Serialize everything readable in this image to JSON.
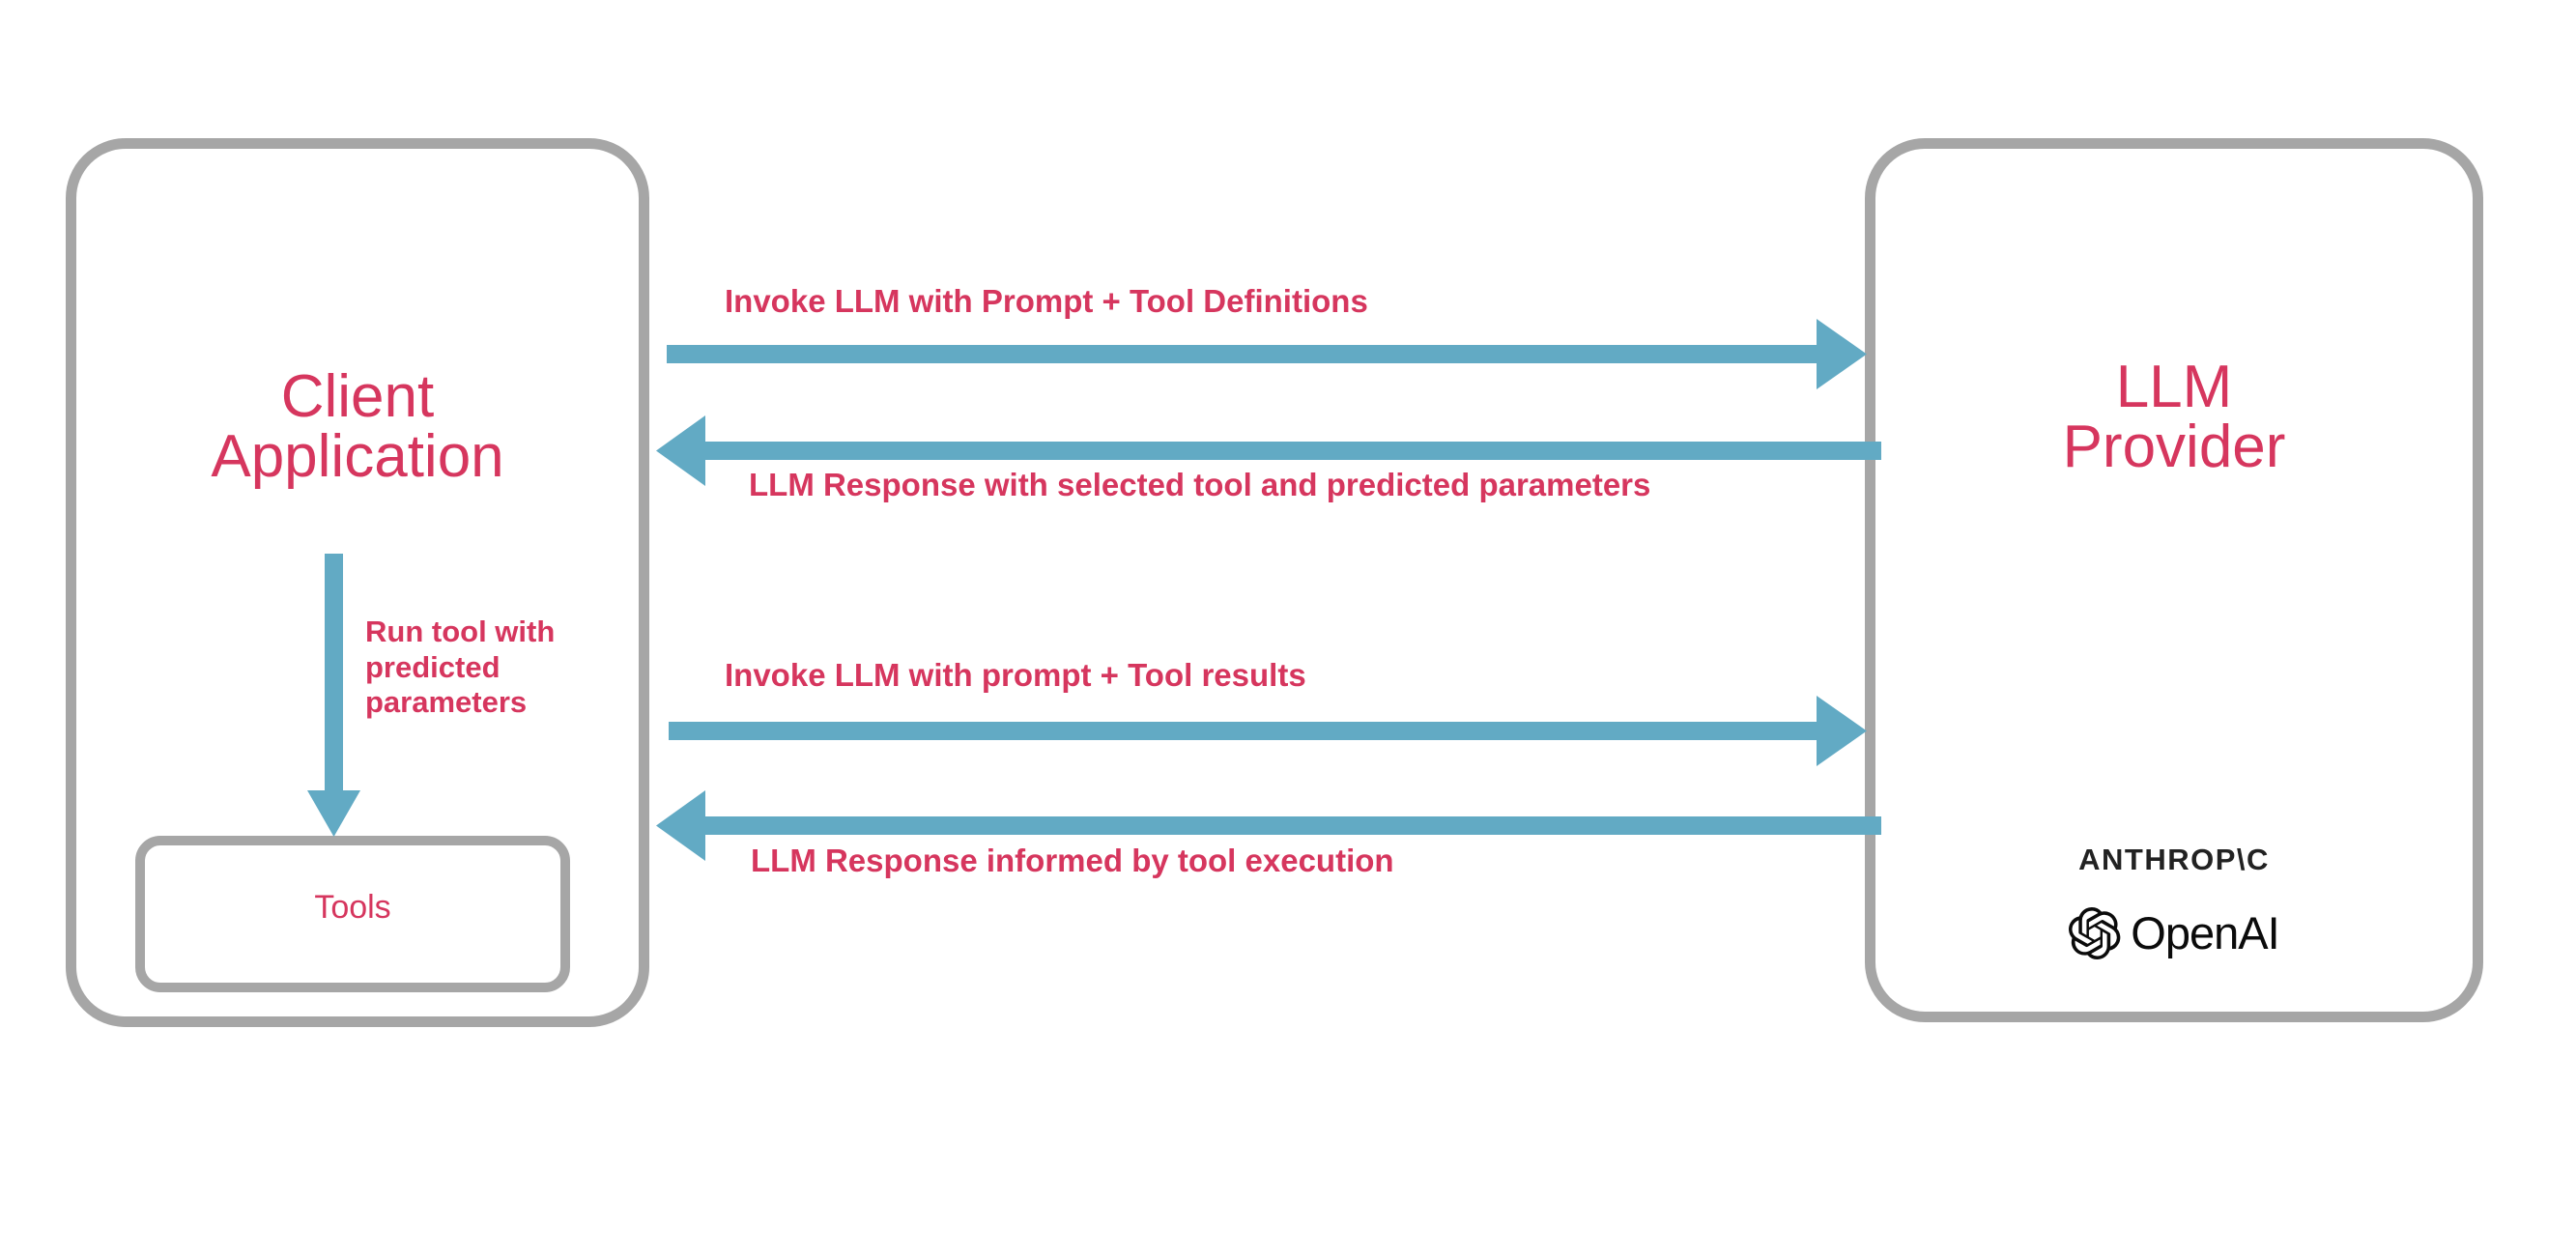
{
  "diagram": {
    "title": "LLM tool-calling sequence between client application and LLM provider",
    "colors": {
      "accent_text": "#d6365e",
      "arrow": "#62aac4",
      "box_border": "#a6a6a6",
      "background": "#ffffff",
      "logo_text": "#222222"
    }
  },
  "client": {
    "title": "Client\nApplication",
    "tools": {
      "label": "Tools"
    },
    "internal_arrow_label": "Run tool with\npredicted\nparameters"
  },
  "provider": {
    "title": "LLM\nProvider",
    "logos": {
      "anthropic": "ANTHROP\\C",
      "openai": "OpenAI"
    }
  },
  "messages": [
    {
      "id": "invoke-llm-tool-definitions",
      "label": "Invoke LLM with Prompt + Tool Definitions",
      "direction": "right"
    },
    {
      "id": "llm-response-selected-tool",
      "label": "LLM Response with selected tool and predicted parameters",
      "direction": "left"
    },
    {
      "id": "invoke-llm-tool-results",
      "label": "Invoke LLM with prompt + Tool results",
      "direction": "right"
    },
    {
      "id": "llm-response-informed",
      "label": "LLM Response informed by tool execution",
      "direction": "left"
    }
  ]
}
